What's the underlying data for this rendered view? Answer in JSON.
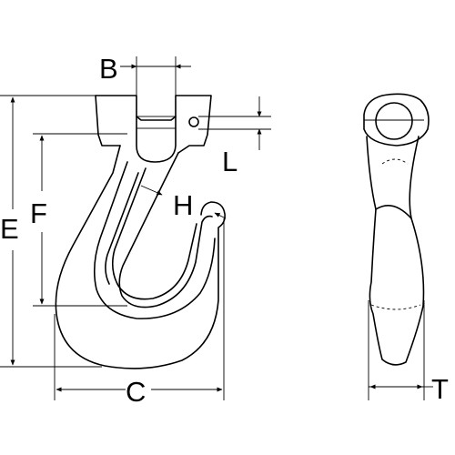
{
  "dimension_labels": {
    "B": "B",
    "L": "L",
    "E": "E",
    "F": "F",
    "H": "H",
    "C": "C",
    "T": "T"
  }
}
